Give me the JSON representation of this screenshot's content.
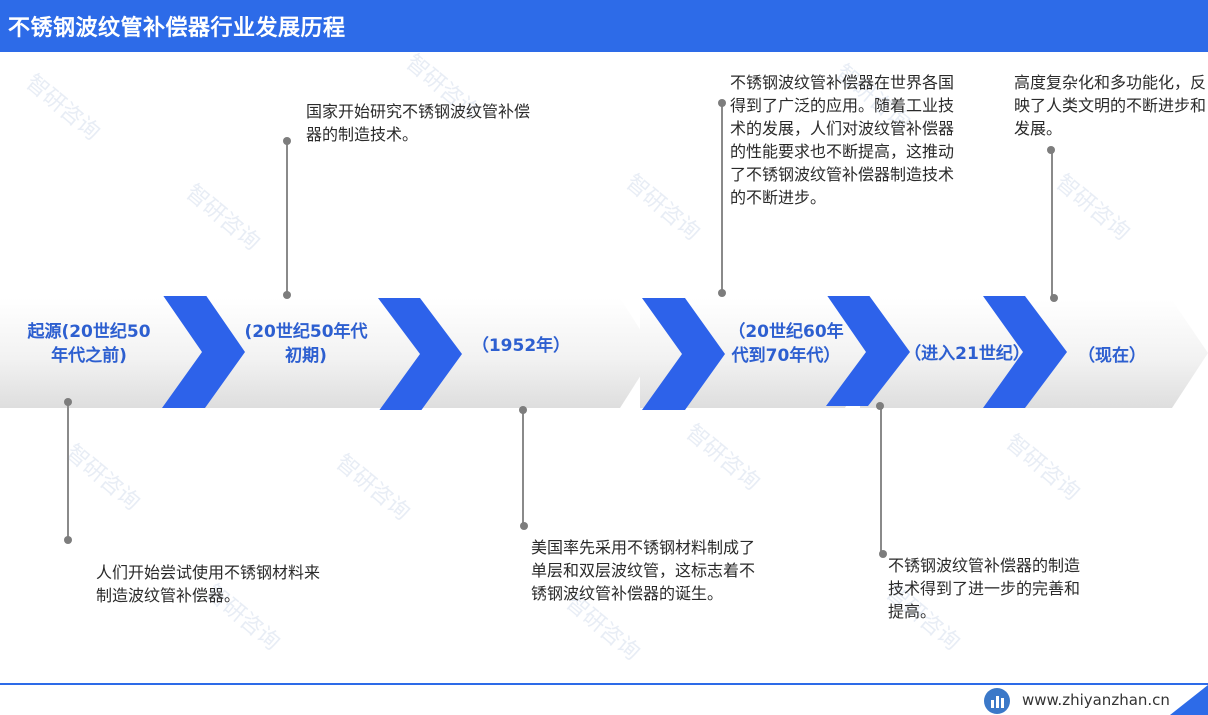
{
  "header": {
    "title": "不锈钢波纹管补偿器行业发展历程"
  },
  "watermark": "智研咨询",
  "timeline": {
    "stages": [
      {
        "label": "起源(20世纪50年代之前)"
      },
      {
        "label": "(20世纪50年代初期)"
      },
      {
        "label": "（1952年）"
      },
      {
        "label": "（20世纪60年代到70年代）"
      },
      {
        "label": "（进入21世纪）"
      },
      {
        "label": "（现在）"
      }
    ],
    "notes": [
      {
        "text": "人们开始尝试使用不锈钢材料来制造波纹管补偿器。"
      },
      {
        "text": "国家开始研究不锈钢波纹管补偿器的制造技术。"
      },
      {
        "text": "美国率先采用不锈钢材料制成了单层和双层波纹管，这标志着不锈钢波纹管补偿器的诞生。"
      },
      {
        "text": "不锈钢波纹管补偿器在世界各国得到了广泛的应用。随着工业技术的发展，人们对波纹管补偿器的性能要求也不断提高，这推动了不锈钢波纹管补偿器制造技术的不断进步。"
      },
      {
        "text": "不锈钢波纹管补偿器的制造技术得到了进一步的完善和提高。"
      },
      {
        "text": "高度复杂化和多功能化，反映了人类文明的不断进步和发展。"
      }
    ]
  },
  "footer": {
    "url": "www.zhiyanzhan.cn"
  },
  "colors": {
    "accent": "#2d6be8",
    "label": "#2d5fd0"
  }
}
